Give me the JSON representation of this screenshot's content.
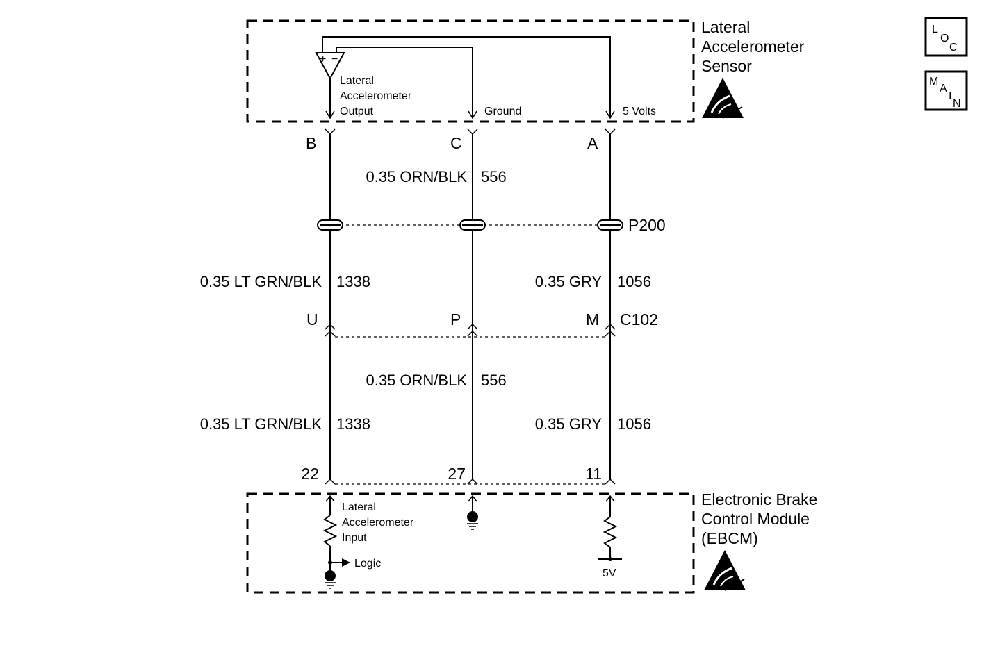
{
  "sensor": {
    "title": [
      "Lateral",
      "Accelerometer",
      "Sensor"
    ],
    "output_label": [
      "Lateral",
      "Accelerometer",
      "Output"
    ],
    "ground_label": "Ground",
    "volts_label": "5 Volts",
    "plus": "+",
    "minus": "−"
  },
  "terminals": {
    "sensor": [
      "B",
      "C",
      "A"
    ],
    "c102": [
      "U",
      "P",
      "M"
    ],
    "ebcm": [
      "22",
      "27",
      "11"
    ]
  },
  "connectors": {
    "p200": "P200",
    "c102": "C102"
  },
  "wires": {
    "upper_c": {
      "gauge_color": "0.35 ORN/BLK",
      "circuit": "556"
    },
    "mid_b": {
      "gauge_color": "0.35 LT GRN/BLK",
      "circuit": "1338"
    },
    "mid_a": {
      "gauge_color": "0.35 GRY",
      "circuit": "1056"
    },
    "lower_c": {
      "gauge_color": "0.35 ORN/BLK",
      "circuit": "556"
    },
    "lower_b": {
      "gauge_color": "0.35 LT GRN/BLK",
      "circuit": "1338"
    },
    "lower_a": {
      "gauge_color": "0.35 GRY",
      "circuit": "1056"
    }
  },
  "ebcm": {
    "title": [
      "Electronic Brake",
      "Control Module",
      "(EBCM)"
    ],
    "input_label": [
      "Lateral",
      "Accelerometer",
      "Input"
    ],
    "logic_label": "Logic",
    "v5_label": "5V"
  },
  "buttons": {
    "loc": [
      "L",
      "O",
      "C"
    ],
    "main": [
      "M",
      "A",
      "I",
      "N"
    ]
  },
  "icons": [
    "esd-warning-icon",
    "ground-icon",
    "resistor-icon",
    "op-amp-icon"
  ]
}
